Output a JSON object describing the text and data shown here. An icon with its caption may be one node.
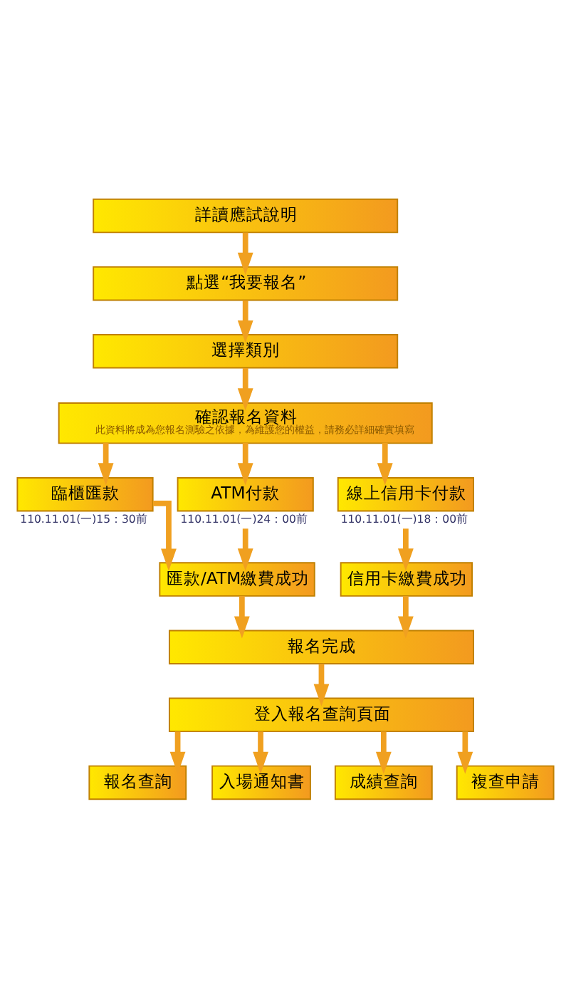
{
  "diagram": {
    "nodes": [
      {
        "text": [
          "詳讀應試說明"
        ]
      },
      {
        "text": [
          "點選“我要報名”"
        ]
      },
      {
        "text": [
          "選擇類別"
        ]
      },
      {
        "text": [
          "確認報名資料",
          "此資料將成為您報名測驗之依據，為維護您的權益，請務必詳細確實填寫"
        ]
      },
      {
        "text": [
          "臨櫃匯款"
        ],
        "beside": [
          "110.11.01(一)15：30前"
        ]
      },
      {
        "text": [
          "ATM付款"
        ],
        "beside": [
          "110.11.01(一)24：00前"
        ]
      },
      {
        "text": [
          "線上信用卡付款"
        ],
        "beside": [
          "110.11.01(一)18：00前"
        ]
      },
      {
        "text": [
          "匯款/ATM繳費成功"
        ]
      },
      {
        "text": [
          "信用卡繳費成功"
        ]
      },
      {
        "text": [
          "報名完成"
        ]
      },
      {
        "text": [
          "登入報名查詢頁面"
        ]
      },
      {
        "text": [
          "報名查詢"
        ]
      },
      {
        "text": [
          "入場通知書"
        ]
      },
      {
        "text": [
          "成績查詢"
        ]
      },
      {
        "text": [
          "複查申請"
        ]
      }
    ],
    "edges": [
      {
        "from": 0,
        "to": 1,
        "arrow": "to"
      },
      {
        "from": 1,
        "to": 2,
        "arrow": "to"
      },
      {
        "from": 2,
        "to": 3,
        "arrow": "to"
      },
      {
        "from": 3,
        "to": 4,
        "arrow": "to"
      },
      {
        "from": 3,
        "to": 5,
        "arrow": "to"
      },
      {
        "from": 3,
        "to": 6,
        "arrow": "to"
      },
      {
        "from": 4,
        "to": 7,
        "arrow": "to"
      },
      {
        "from": 5,
        "to": 7,
        "arrow": "to"
      },
      {
        "from": 6,
        "to": 8,
        "arrow": "to"
      },
      {
        "from": 7,
        "to": 9,
        "arrow": "to"
      },
      {
        "from": 8,
        "to": 9,
        "arrow": "to"
      },
      {
        "from": 9,
        "to": 10,
        "arrow": "to"
      },
      {
        "from": 10,
        "to": 11,
        "arrow": "to"
      },
      {
        "from": 10,
        "to": 12,
        "arrow": "to"
      },
      {
        "from": 10,
        "to": 13,
        "arrow": "to"
      },
      {
        "from": 10,
        "to": 14,
        "arrow": "to"
      }
    ]
  }
}
